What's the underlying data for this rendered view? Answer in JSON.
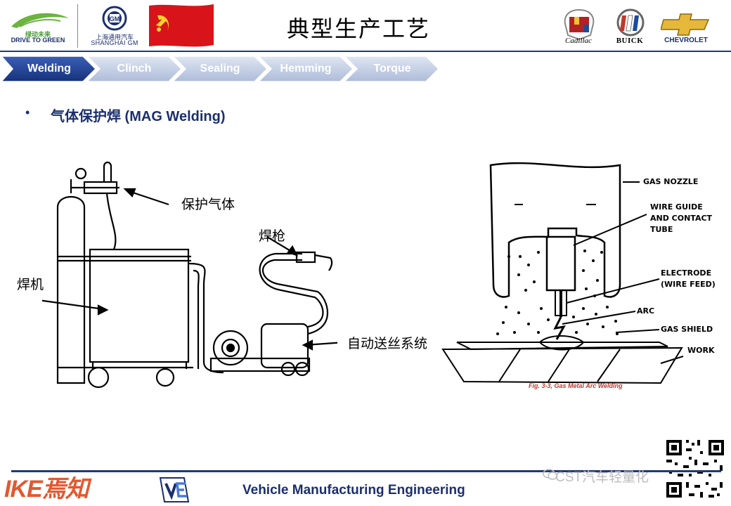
{
  "header": {
    "title": "典型生产工艺",
    "dtg_logo_cn": "绿动未来",
    "dtg_logo_en": "DRIVE TO GREEN",
    "sgm_cn": "上海通用汽车",
    "sgm_en": "SHANGHAI GM",
    "brands": [
      "Cadillac",
      "BUICK",
      "CHEVROLET"
    ]
  },
  "process_steps": [
    {
      "label": "Welding",
      "active": true
    },
    {
      "label": "Clinch",
      "active": false
    },
    {
      "label": "Sealing",
      "active": false
    },
    {
      "label": "Hemming",
      "active": false
    },
    {
      "label": "Torque",
      "active": false
    }
  ],
  "content": {
    "bullet": "•",
    "heading": "气体保护焊 (MAG Welding)"
  },
  "machine_diagram": {
    "labels": {
      "gas": "保护气体",
      "torch": "焊枪",
      "welder": "焊机",
      "feeder": "自动送丝系统"
    }
  },
  "arc_diagram": {
    "labels": {
      "gas_nozzle": "GAS NOZZLE",
      "wire_guide_1": "WIRE GUIDE",
      "wire_guide_2": "AND CONTACT",
      "wire_guide_3": "TUBE",
      "electrode_1": "ELECTRODE",
      "electrode_2": "(WIRE FEED)",
      "arc": "ARC",
      "gas_shield": "GAS SHIELD",
      "work": "WORK"
    },
    "caption": "Fig. 3-3, Gas Metal Arc Welding"
  },
  "footer": {
    "brand": "IKE焉知",
    "text": "Vehicle Manufacturing Engineering",
    "watermark": "CST汽车轻量化"
  },
  "colors": {
    "nav_active": "#1f3f94",
    "nav_inactive": "#c7d1e6",
    "heading": "#1b2f6d",
    "rule": "#1f3a7a",
    "flag_red": "#d8141a",
    "flag_gold": "#f7d22b"
  }
}
